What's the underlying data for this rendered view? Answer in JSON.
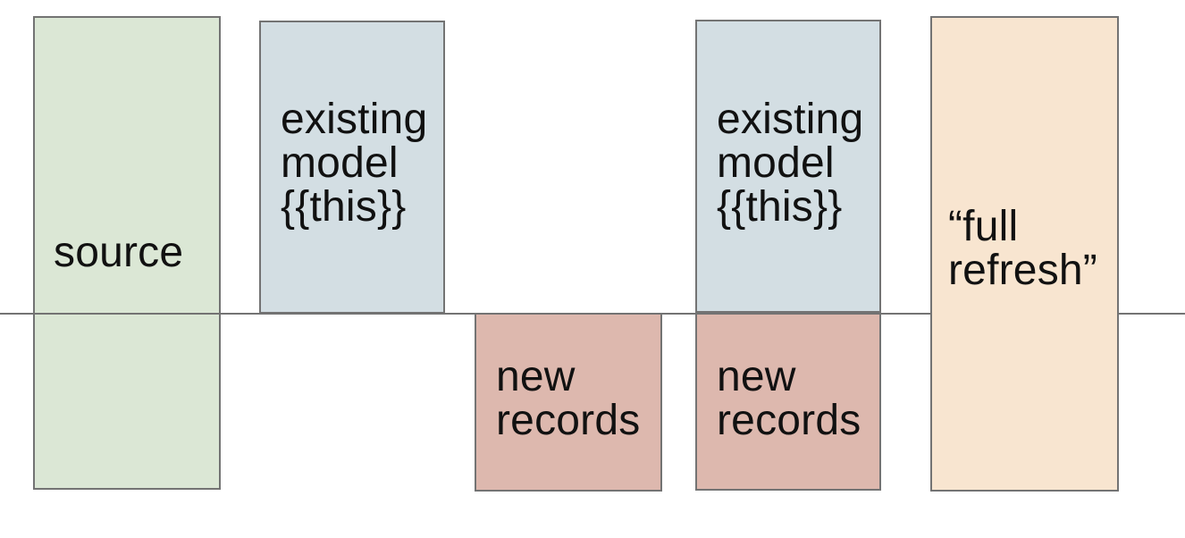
{
  "diagram": {
    "description_colors": {
      "source_fill": "#dbe7d5",
      "existing_model_fill": "#d3dee3",
      "new_records_fill": "#ddb8ae",
      "full_refresh_fill": "#f8e5d0",
      "border": "#737373",
      "divider_line": "#737373",
      "text": "#111111",
      "background": "#ffffff"
    },
    "boxes": [
      {
        "id": "source",
        "fill": "#dbe7d5",
        "lines": [
          "source"
        ]
      },
      {
        "id": "existing-model-1",
        "fill": "#d3dee3",
        "lines": [
          "existing",
          "model",
          "{{this}}"
        ]
      },
      {
        "id": "new-records-1",
        "fill": "#ddb8ae",
        "lines": [
          "new",
          "records"
        ]
      },
      {
        "id": "existing-model-2",
        "fill": "#d3dee3",
        "lines": [
          "existing",
          "model",
          "{{this}}"
        ]
      },
      {
        "id": "new-records-2",
        "fill": "#ddb8ae",
        "lines": [
          "new",
          "records"
        ]
      },
      {
        "id": "full-refresh",
        "fill": "#f8e5d0",
        "lines": [
          "“full",
          "refresh”"
        ]
      }
    ]
  }
}
